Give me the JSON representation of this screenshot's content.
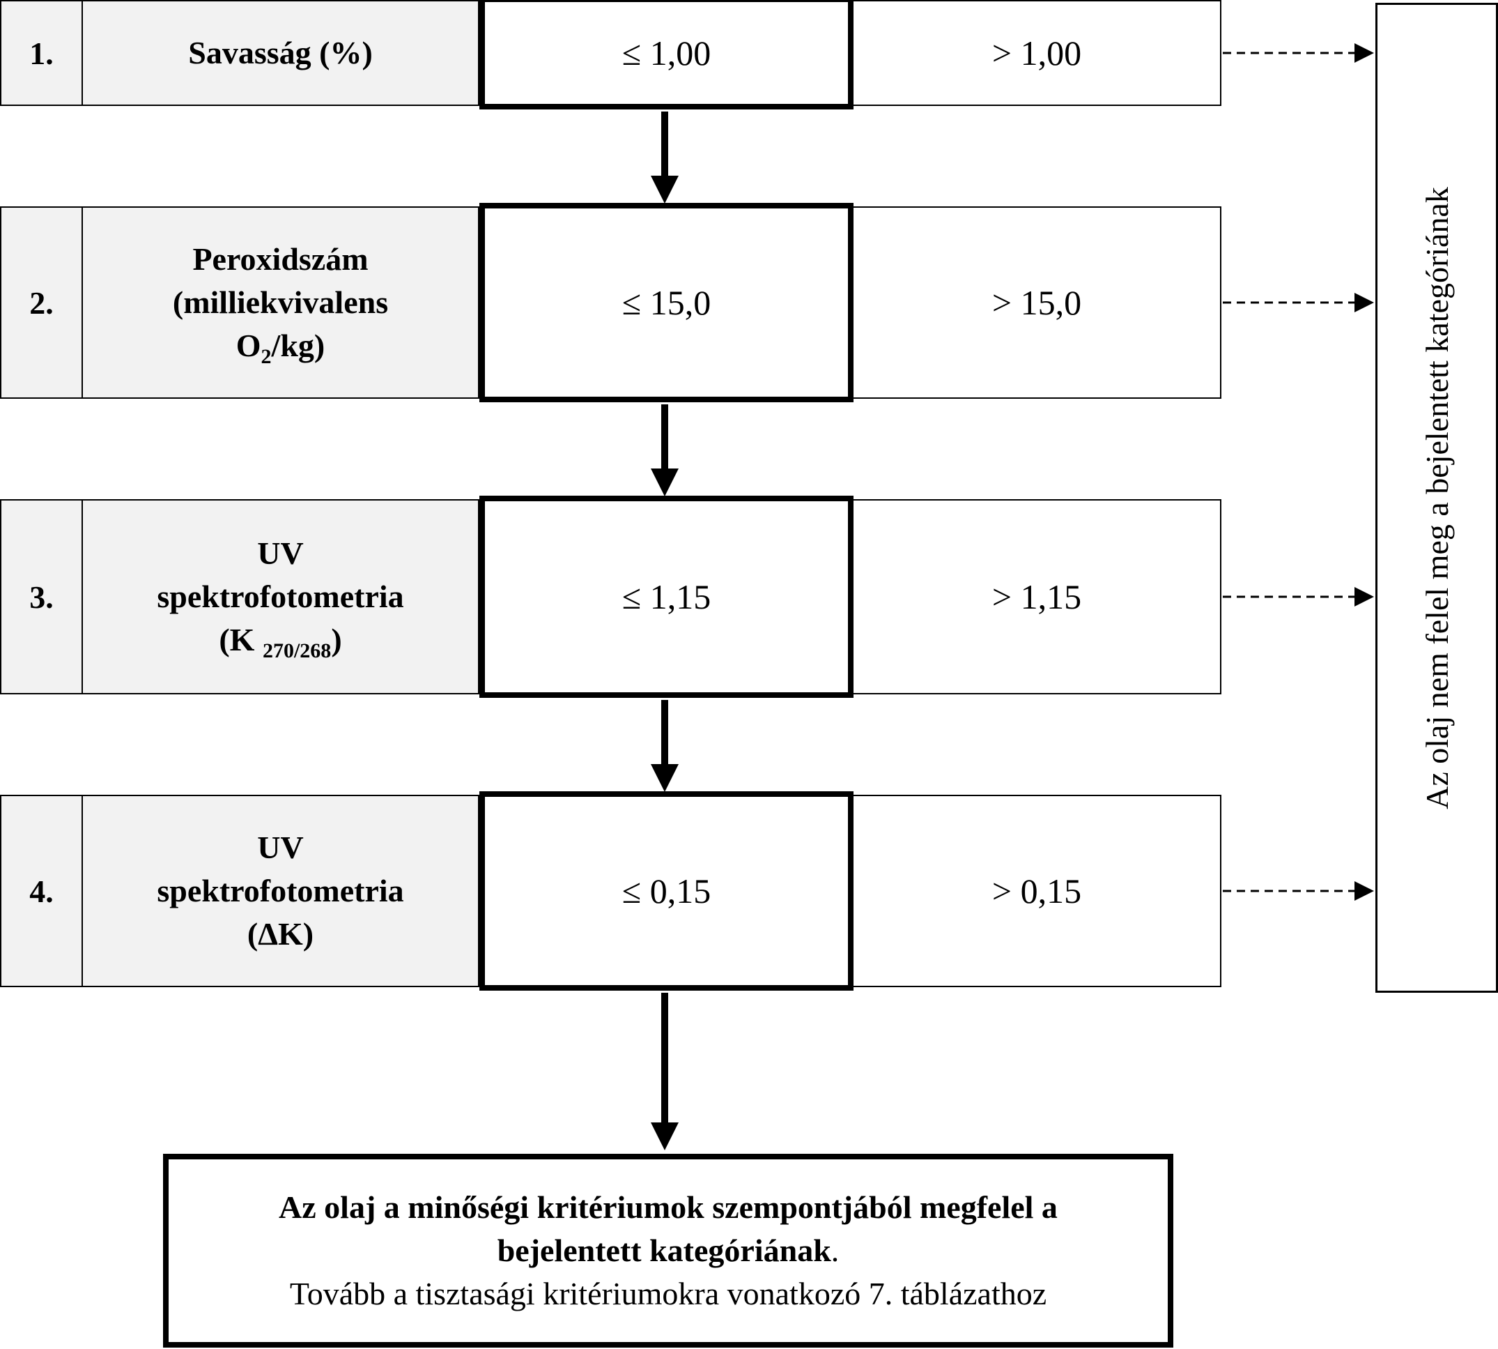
{
  "rows": [
    {
      "num": "1.",
      "criterion": [
        "Savasság (%)"
      ],
      "pass": "≤ 1,00",
      "fail": "> 1,00"
    },
    {
      "num": "2.",
      "criterion": [
        "Peroxidszám",
        "(milliekvivalens"
      ],
      "criterion_o2_main": "O",
      "criterion_o2_sub": "2",
      "criterion_o2_tail": "/kg)",
      "pass": "≤ 15,0",
      "fail": "> 15,0"
    },
    {
      "num": "3.",
      "criterion": [
        "UV",
        "spektrofotometria"
      ],
      "criterion_k_head": "(K ",
      "criterion_k_sub": "270/268",
      "criterion_k_tail": ")",
      "pass": "≤ 1,15",
      "fail": "> 1,15"
    },
    {
      "num": "4.",
      "criterion": [
        "UV",
        "spektrofotometria",
        "(ΔK)"
      ],
      "pass": "≤ 0,15",
      "fail": "> 0,15"
    }
  ],
  "side_text": "Az olaj nem felel meg a bejelentett kategóriának",
  "final": {
    "bold_line1": "Az olaj a minőségi kritériumok szempontjából megfelel a",
    "bold_line2": "bejelentett kategóriának",
    "period": ".",
    "normal_line": "Tovább a tisztasági kritériumokra vonatkozó 7. táblázathoz"
  }
}
